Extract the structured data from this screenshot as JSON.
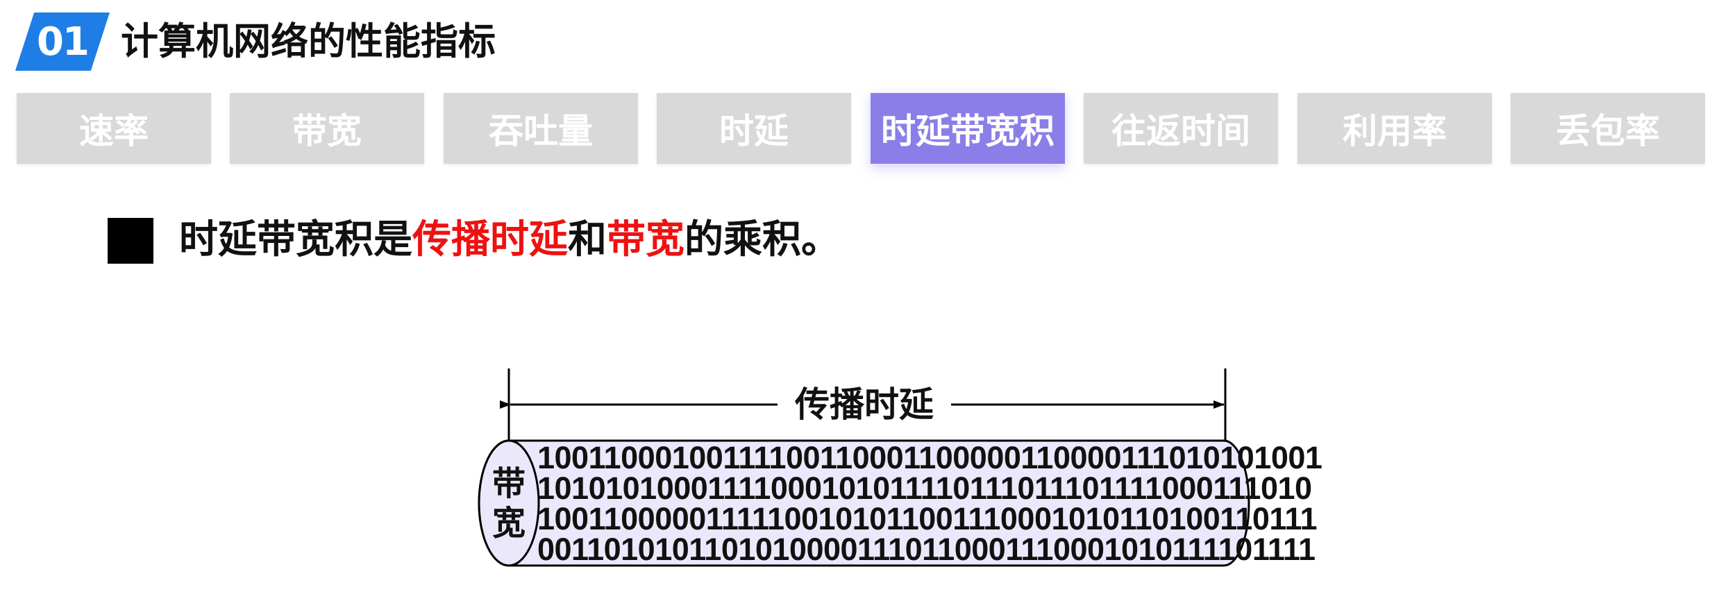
{
  "header": {
    "number": "01",
    "title": "计算机网络的性能指标"
  },
  "tabs": [
    {
      "label": "速率",
      "active": false
    },
    {
      "label": "带宽",
      "active": false
    },
    {
      "label": "吞吐量",
      "active": false
    },
    {
      "label": "时延",
      "active": false
    },
    {
      "label": "时延带宽积",
      "active": true
    },
    {
      "label": "往返时间",
      "active": false
    },
    {
      "label": "利用率",
      "active": false
    },
    {
      "label": "丢包率",
      "active": false
    }
  ],
  "statement": {
    "part1": "时延带宽积是",
    "highlight1": "传播时延",
    "part2": "和",
    "highlight2": "带宽",
    "part3": "的乘积。"
  },
  "diagram": {
    "length_label": "传播时延",
    "width_label_top": "带",
    "width_label_bottom": "宽",
    "bit_rows": [
      "10011000100111100110001100000110000111010101001",
      "10101010001111000101011110111011101111000111010",
      "10011000001111100101011001110001010110100110111",
      "00110101011010100001110110001110001010111101111"
    ]
  },
  "colors": {
    "badge": "#1e7ee6",
    "tab_inactive": "#d9d9d9",
    "tab_active": "#8c7ee8",
    "highlight": "#ee1111",
    "tube_fill": "#ebe8fb"
  }
}
